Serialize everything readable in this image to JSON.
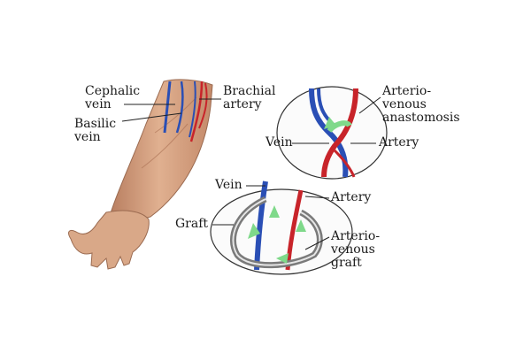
{
  "labels": {
    "cephalic_vein": "Cephalic\nvein",
    "basilic_vein": "Basilic\nvein",
    "brachial_artery": "Brachial\nartery",
    "vein_top": "Vein",
    "artery_top": "Artery",
    "av_anastomosis": "Arterio-\nvenous\nanastomosis",
    "vein_bottom": "Vein",
    "artery_bottom": "Artery",
    "graft": "Graft",
    "av_graft": "Arterio-\nvenous\ngraft"
  },
  "colors": {
    "vein": "#2a4fb5",
    "artery": "#c8242a",
    "skin": "#d7a484",
    "flow_arrow": "#7fd98a",
    "graft": "#7a7a7a"
  }
}
